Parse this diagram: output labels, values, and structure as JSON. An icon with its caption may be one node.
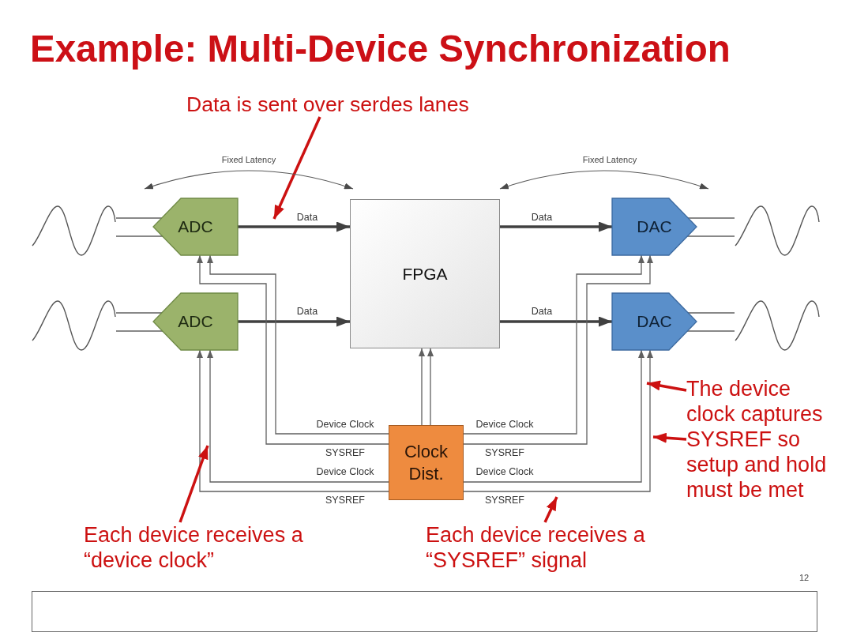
{
  "diagram": {
    "title": "Example: Multi-Device Synchronization",
    "nodes": [
      {
        "text": [
          "Data is sent over serdes lanes"
        ]
      },
      {
        "text": [],
        "shape": "picture"
      },
      {
        "text": [
          "ADC"
        ]
      },
      {
        "text": [
          "FPGA"
        ]
      },
      {
        "text": [
          "DAC"
        ]
      },
      {
        "text": [],
        "shape": "picture"
      },
      {
        "text": [],
        "shape": "picture"
      },
      {
        "text": [
          "ADC"
        ]
      },
      {
        "text": [
          "DAC"
        ]
      },
      {
        "text": [],
        "shape": "picture"
      },
      {
        "text": [
          "The device clock captures SYSREF so setup and hold must be met"
        ]
      },
      {
        "text": [
          "Clock Dist."
        ]
      },
      {
        "text": [
          "Each device receives a “device clock”"
        ]
      },
      {
        "text": [
          "Each device receives a “SYSREF” signal"
        ]
      }
    ],
    "edges": [
      {
        "from": 0,
        "to": null,
        "arrow": "to",
        "style": "thick",
        "color": "#cc1111"
      },
      {
        "from": 1,
        "to": 2,
        "arrow": "none"
      },
      {
        "from": 1,
        "to": 2,
        "arrow": "none"
      },
      {
        "from": 2,
        "to": 3,
        "arrow": "to",
        "label": "Data",
        "style": "thick"
      },
      {
        "from": 3,
        "to": 4,
        "arrow": "to",
        "label": "Data",
        "style": "thick"
      },
      {
        "from": 4,
        "to": 5,
        "arrow": "none"
      },
      {
        "from": 4,
        "to": 5,
        "arrow": "none"
      },
      {
        "from": 6,
        "to": 7,
        "arrow": "none"
      },
      {
        "from": 6,
        "to": 7,
        "arrow": "none"
      },
      {
        "from": 7,
        "to": 3,
        "arrow": "to",
        "label": "Data",
        "style": "thick"
      },
      {
        "from": 3,
        "to": 8,
        "arrow": "to",
        "label": "Data",
        "style": "thick"
      },
      {
        "from": 8,
        "to": 9,
        "arrow": "none"
      },
      {
        "from": 8,
        "to": 9,
        "arrow": "none"
      },
      {
        "from": 11,
        "to": 3,
        "arrow": "to"
      },
      {
        "from": 11,
        "to": 3,
        "arrow": "to"
      },
      {
        "from": 11,
        "to": 2,
        "arrow": "to",
        "label": "Device Clock"
      },
      {
        "from": 11,
        "to": 2,
        "arrow": "to",
        "label": "SYSREF"
      },
      {
        "from": 11,
        "to": 7,
        "arrow": "to",
        "label": "Device Clock"
      },
      {
        "from": 11,
        "to": 7,
        "arrow": "to",
        "label": "SYSREF"
      },
      {
        "from": 11,
        "to": 4,
        "arrow": "to",
        "label": "Device Clock"
      },
      {
        "from": 11,
        "to": 4,
        "arrow": "to",
        "label": "SYSREF"
      },
      {
        "from": 11,
        "to": 8,
        "arrow": "to",
        "label": "Device Clock"
      },
      {
        "from": 11,
        "to": 8,
        "arrow": "to",
        "label": "SYSREF"
      },
      {
        "from": 10,
        "to": null,
        "arrow": "to",
        "style": "thick",
        "color": "#cc1111"
      },
      {
        "from": 10,
        "to": null,
        "arrow": "to",
        "style": "thick",
        "color": "#cc1111"
      },
      {
        "from": 12,
        "to": null,
        "arrow": "to",
        "style": "thick",
        "color": "#cc1111"
      },
      {
        "from": 13,
        "to": null,
        "arrow": "to",
        "style": "thick",
        "color": "#cc1111"
      }
    ],
    "labels": [
      "Fixed Latency",
      "Fixed Latency",
      "12"
    ]
  }
}
